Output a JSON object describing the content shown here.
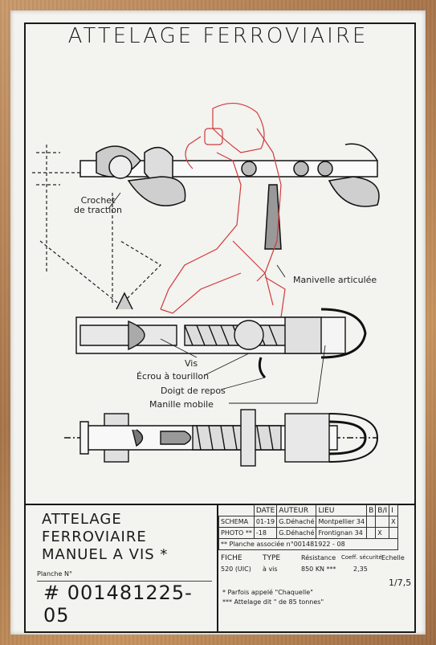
{
  "title": "ATTELAGE FERROVIAIRE",
  "labels": {
    "crochet": "Crochet de traction",
    "manivelle": "Manivelle articulée",
    "vis": "Vis",
    "ecrou": "Écrou à tourillon",
    "doigt": "Doigt de repos",
    "manille": "Manille mobile"
  },
  "title_block": {
    "name_line1": "ATTELAGE",
    "name_line2": "FERROVIAIRE",
    "name_line3": "MANUEL A VIS *",
    "planche_label": "Planche N°",
    "reference": "# 001481225-05",
    "header": {
      "date": "DATE",
      "auteur": "AUTEUR",
      "lieu": "LIEU",
      "b": "B",
      "b2": "B/I",
      "i": "I"
    },
    "rows": [
      {
        "type": "SCHEMA",
        "date": "01-19",
        "auteur": "G.Déhaché",
        "lieu": "Montpellier 34",
        "mark": "X"
      },
      {
        "type": "PHOTO **",
        "date": "-18",
        "auteur": "G.Déhaché",
        "lieu": "Frontignan 34",
        "mark": "X"
      }
    ],
    "planche_associee": "** Planche associée n°001481922 - 08",
    "fiche": {
      "label": "FICHE",
      "value": "520 (UIC)"
    },
    "type": {
      "label": "TYPE",
      "value": "à vis"
    },
    "resistance": {
      "label": "Résistance",
      "value": "850 KN ***"
    },
    "coeff": {
      "label": "Coeff. sécurité",
      "value": "2,35"
    },
    "echelle": {
      "label": "Echelle",
      "value": "1/7,5"
    },
    "note1": "* Parfois appelé \"Chaquelle\"",
    "note2": "*** Attelage dit \" de 85 tonnes\""
  }
}
